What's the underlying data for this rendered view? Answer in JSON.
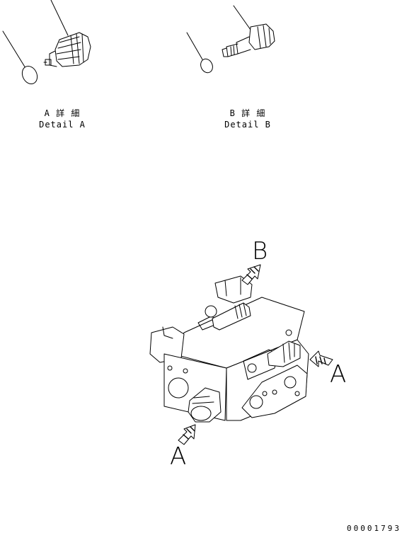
{
  "detail_a": {
    "jp": "A 詳 細",
    "en": "Detail A"
  },
  "detail_b": {
    "jp": "B 詳 細",
    "en": "Detail B"
  },
  "callouts": {
    "b": "B",
    "a_right": "A",
    "a_bottom": "A"
  },
  "drawing_number": "00001793"
}
